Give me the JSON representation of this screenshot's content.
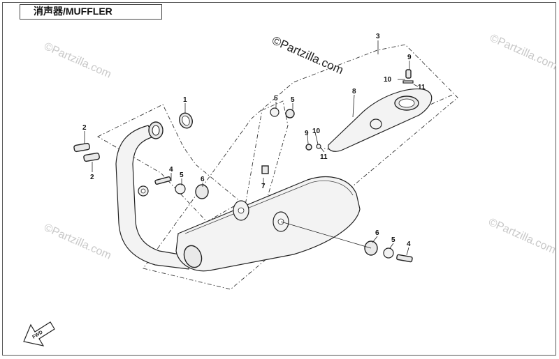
{
  "title": "消声器/MUFFLER",
  "watermark_main": "©Partzilla.com",
  "watermark_faint": "©Partzilla.com",
  "fwd_label": "FWD",
  "callouts": {
    "c1": "1",
    "c2a": "2",
    "c2b": "2",
    "c3": "3",
    "c4a": "4",
    "c4b": "4",
    "c5a": "5",
    "c5b": "5",
    "c5c": "5",
    "c5d": "5",
    "c6a": "6",
    "c6b": "6",
    "c7": "7",
    "c8": "8",
    "c9a": "9",
    "c9b": "9",
    "c10a": "10",
    "c10b": "10",
    "c11a": "11",
    "c11b": "11"
  }
}
